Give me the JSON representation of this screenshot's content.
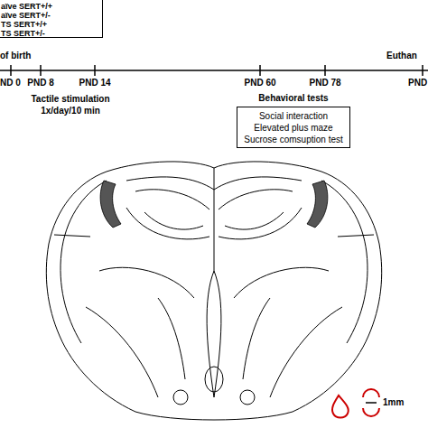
{
  "diagram": {
    "nodes": [
      {
        "text": [
          "Behavioral tests",
          "Social interaction",
          "Elevated plus maze",
          "Sucrose comsuption test"
        ]
      }
    ],
    "labels": [
      "of birth",
      "Euthan",
      "ND 0",
      "PND 8",
      "PND 14",
      "PND 60",
      "PND 78",
      "PND",
      "Tactile stimulation",
      "1x/day/10 min",
      "1mm"
    ],
    "legend": [
      {
        "text": "aïve SERT+/+"
      },
      {
        "text": "aïve SERT+/-"
      },
      {
        "text": "TS SERT+/+"
      },
      {
        "text": "TS SERT+/-"
      }
    ]
  }
}
